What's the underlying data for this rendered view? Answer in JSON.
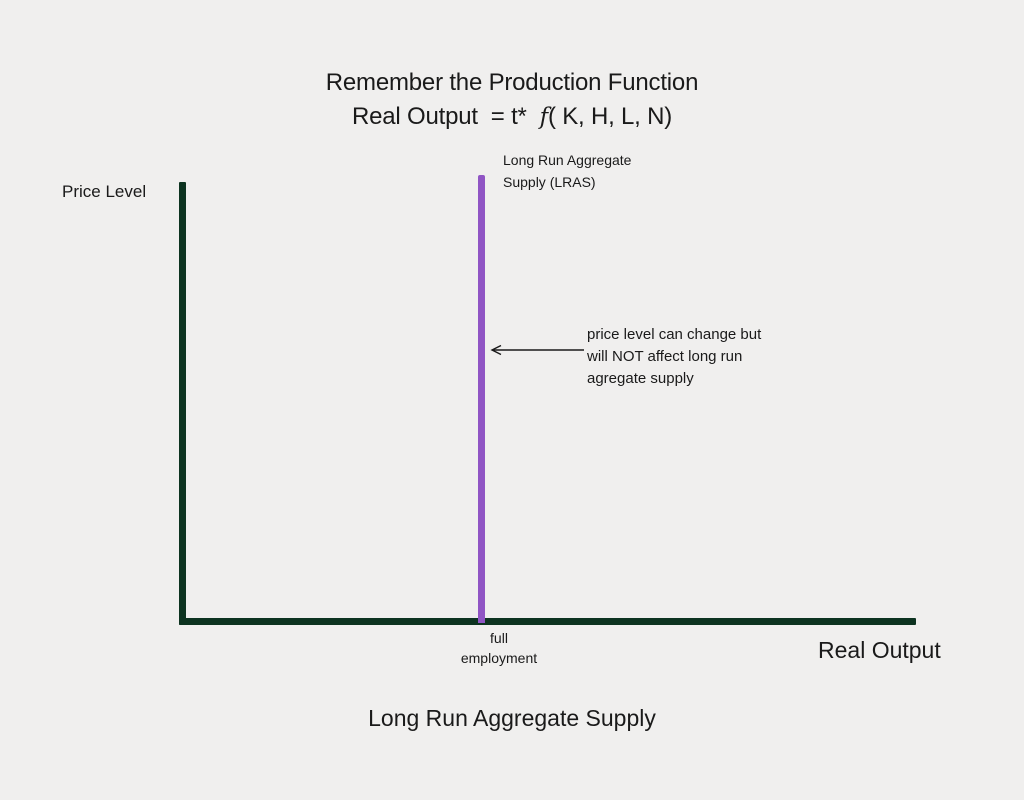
{
  "background_color": "#f0efee",
  "title": {
    "line1": "Remember the Production Function",
    "line2_prefix": "Real Output  = t*  ",
    "line2_fn": "f",
    "line2_args": "( K, H, L, N)"
  },
  "axes": {
    "color": "#0d3320",
    "y_label": "Price Level",
    "x_label": "Real Output"
  },
  "curve": {
    "color": "#9055c4",
    "label_line1": "Long Run Aggregate",
    "label_line2": "Supply (LRAS)",
    "tick_label_line1": "full",
    "tick_label_line2": "employment"
  },
  "annotation": {
    "line1": "price level can change but",
    "line2": "will NOT affect long run",
    "line3": "agregate supply",
    "arrow_direction": "left"
  },
  "caption": {
    "text": "Long Run Aggregate Supply"
  },
  "chart_data": {
    "type": "line",
    "title": "Long Run Aggregate Supply",
    "xlabel": "Real Output",
    "ylabel": "Price Level",
    "grid": false,
    "legend": "none",
    "axis_origin": {
      "x": 0,
      "y": 0
    },
    "series": [
      {
        "name": "Long Run Aggregate Supply (LRAS)",
        "color": "#9055c4",
        "orientation": "vertical",
        "x": [
          0.41,
          0.41
        ],
        "y": [
          0.0,
          1.0
        ],
        "note": "Perfectly vertical at full employment output"
      }
    ],
    "annotations": [
      {
        "text": "price level can change but will NOT affect long run agregate supply",
        "points_to": "LRAS line",
        "arrow": "left"
      },
      {
        "text": "full employment",
        "axis": "x",
        "at": 0.41
      }
    ]
  }
}
